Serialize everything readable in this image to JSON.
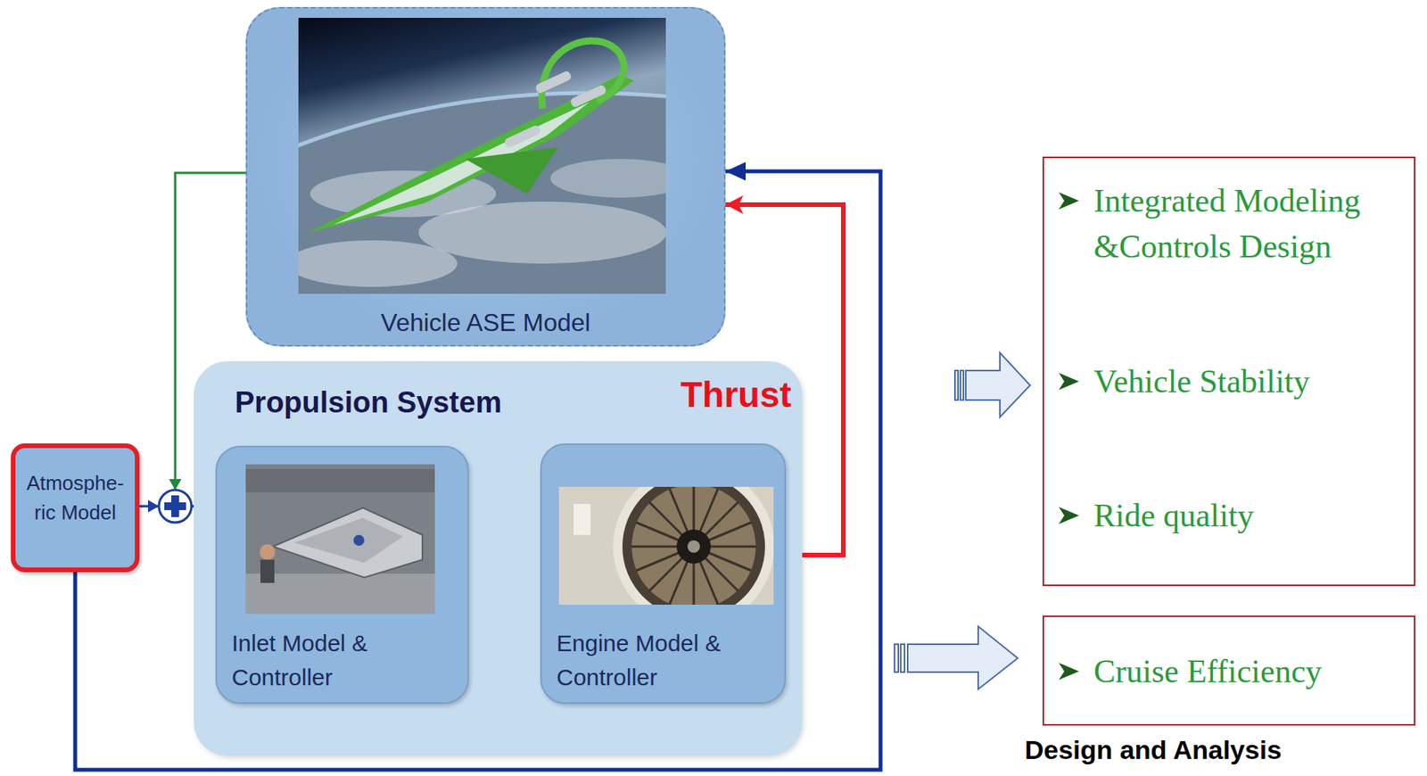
{
  "diagram": {
    "nodes": [
      {
        "text": [
          "Vehicle ASE Model"
        ]
      },
      {
        "text": [
          "Atmosphe- ric Model"
        ]
      },
      {
        "text": [
          "Propulsion System"
        ]
      },
      {
        "text": [
          "Inlet Model & Controller"
        ],
        "in": 2
      },
      {
        "text": [
          "Engine Model & Controller"
        ],
        "in": 2
      },
      {
        "text": [
          "Integrated Modeling &Controls Design",
          "Vehicle Stability",
          "Ride quality"
        ]
      },
      {
        "text": [
          "Cruise Efficiency"
        ]
      }
    ],
    "edges": [
      {
        "from": 0,
        "to": 3,
        "arrow": "to"
      },
      {
        "from": 1,
        "to": 3,
        "arrow": "to"
      },
      {
        "from": 1,
        "to": 0,
        "arrow": "to"
      },
      {
        "from": 4,
        "to": 0,
        "arrow": "to"
      },
      {
        "from": 4,
        "to": 3,
        "arrow": "to"
      },
      {
        "from": 3,
        "to": 4,
        "arrow": "to"
      }
    ],
    "labels": [
      "Thrust",
      "Design and Analysis"
    ]
  }
}
